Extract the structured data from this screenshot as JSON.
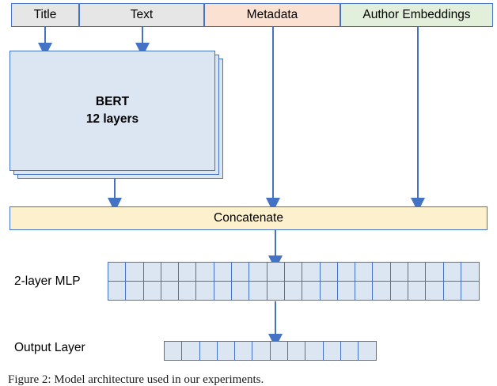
{
  "figure": {
    "caption": "Figure 2: Model architecture used in our experiments."
  },
  "inputs": {
    "title": {
      "label": "Title",
      "color": "#e6e6e6"
    },
    "text": {
      "label": "Text",
      "color": "#e6e6e6"
    },
    "metadata": {
      "label": "Metadata",
      "color": "#fbe1d1"
    },
    "author_embeddings": {
      "label": "Author Embeddings",
      "color": "#e2efda"
    }
  },
  "encoder": {
    "name": "BERT",
    "depth_label": "12 layers",
    "stack_count": 3,
    "color": "#dce6f2"
  },
  "concat": {
    "label": "Concatenate",
    "color": "#fdf0cd"
  },
  "mlp": {
    "label": "2-layer MLP",
    "rows": 2,
    "columns": 21,
    "color": "#dce6f2"
  },
  "output": {
    "label": "Output Layer",
    "rows": 1,
    "columns": 12,
    "color": "#dce6f2"
  },
  "style": {
    "border_color": "#4472c4",
    "arrow_color": "#4472c4"
  }
}
